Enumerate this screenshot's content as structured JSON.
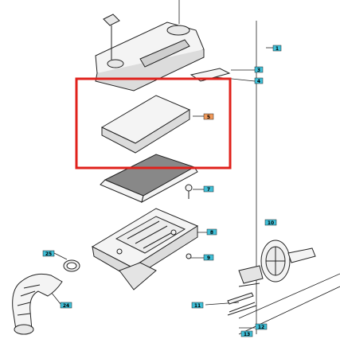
{
  "diagram": {
    "colors": {
      "line": "#222222",
      "callout_fill": "#3fc0d8",
      "callout_highlight_fill": "#f29a5b",
      "highlight_box": "#e0211b",
      "part_fill": "#f4f4f4",
      "part_shade": "#cfcfcf"
    },
    "callouts": [
      {
        "label": "1"
      },
      {
        "label": "3"
      },
      {
        "label": "4"
      },
      {
        "label": "5"
      },
      {
        "label": "7"
      },
      {
        "label": "8"
      },
      {
        "label": "9"
      },
      {
        "label": "10"
      },
      {
        "label": "12"
      },
      {
        "label": "13"
      },
      {
        "label": "11"
      },
      {
        "label": "24"
      },
      {
        "label": "25"
      }
    ]
  }
}
